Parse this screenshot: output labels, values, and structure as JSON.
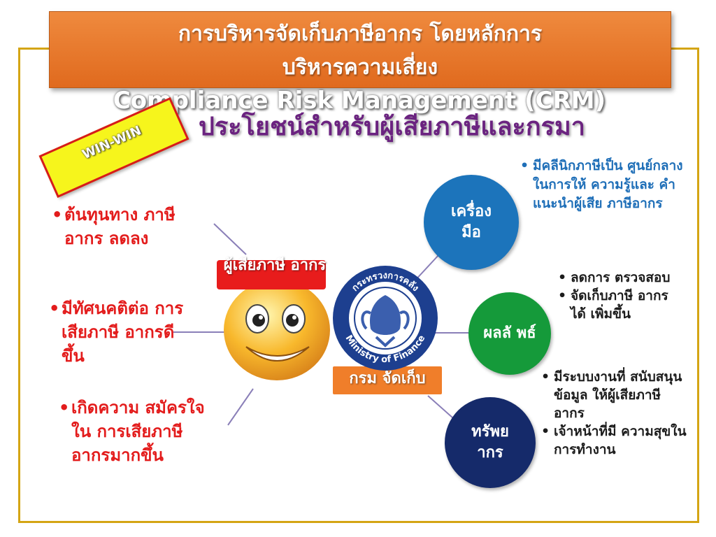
{
  "title": {
    "line1": "การบริหารจัดเก็บภาษีอากร โดยหลักการ",
    "line2": "บริหารความเสี่ยง",
    "line3": "Compliance Risk Management (CRM)"
  },
  "subtitle": "ประโยชน์สำหรับผู้เสียภาษีและกรมา",
  "badge": "WIN-WIN",
  "left_benefits": [
    "ต้นทุนทาง ภาษีอากร ลดลง",
    "มีทัศนคติต่อ การเสียภาษี อากรดีขึ้น",
    "เกิดความ สมัครใจใน การเสียภาษี อากรมากขึ้น"
  ],
  "taxpayer_label": "ผู้เสียภาษี อากร",
  "department_label": "กรม จัดเก็บ",
  "seal": {
    "top_text": "กระทรวงการคลัง",
    "bottom_text": "Ministry of Finance"
  },
  "nodes": {
    "tools": "เครื่อง มือ",
    "results": "ผลลั พธ์",
    "resources": "ทรัพย ากร"
  },
  "tools_bullets": [
    "มีคลีนิกภาษีเป็น ศูนย์กลางในการให้ ความรู้และ คำแนะนำผู้เสีย ภาษีอากร"
  ],
  "results_bullets": [
    "ลดการ ตรวจสอบ",
    "จัดเก็บภาษี อากรได้ เพิ่มขึ้น"
  ],
  "resources_bullets": [
    "มีระบบงานที่ สนับสนุนข้อมูล ให้ผู้เสียภาษี อากร",
    "เจ้าหน้าที่มี ความสุขใน การทำงาน"
  ],
  "colors": {
    "title_bg": "#e8782c",
    "frame": "#d4a514",
    "subtitle": "#6b2380",
    "red_text": "#e31c1c",
    "blue_text": "#1f6fb8",
    "tools_circle": "#1c74bb",
    "results_circle": "#159a3a",
    "resources_circle": "#152a6a",
    "taxpayer_box": "#e81c1c",
    "department_box": "#f07e2a"
  }
}
